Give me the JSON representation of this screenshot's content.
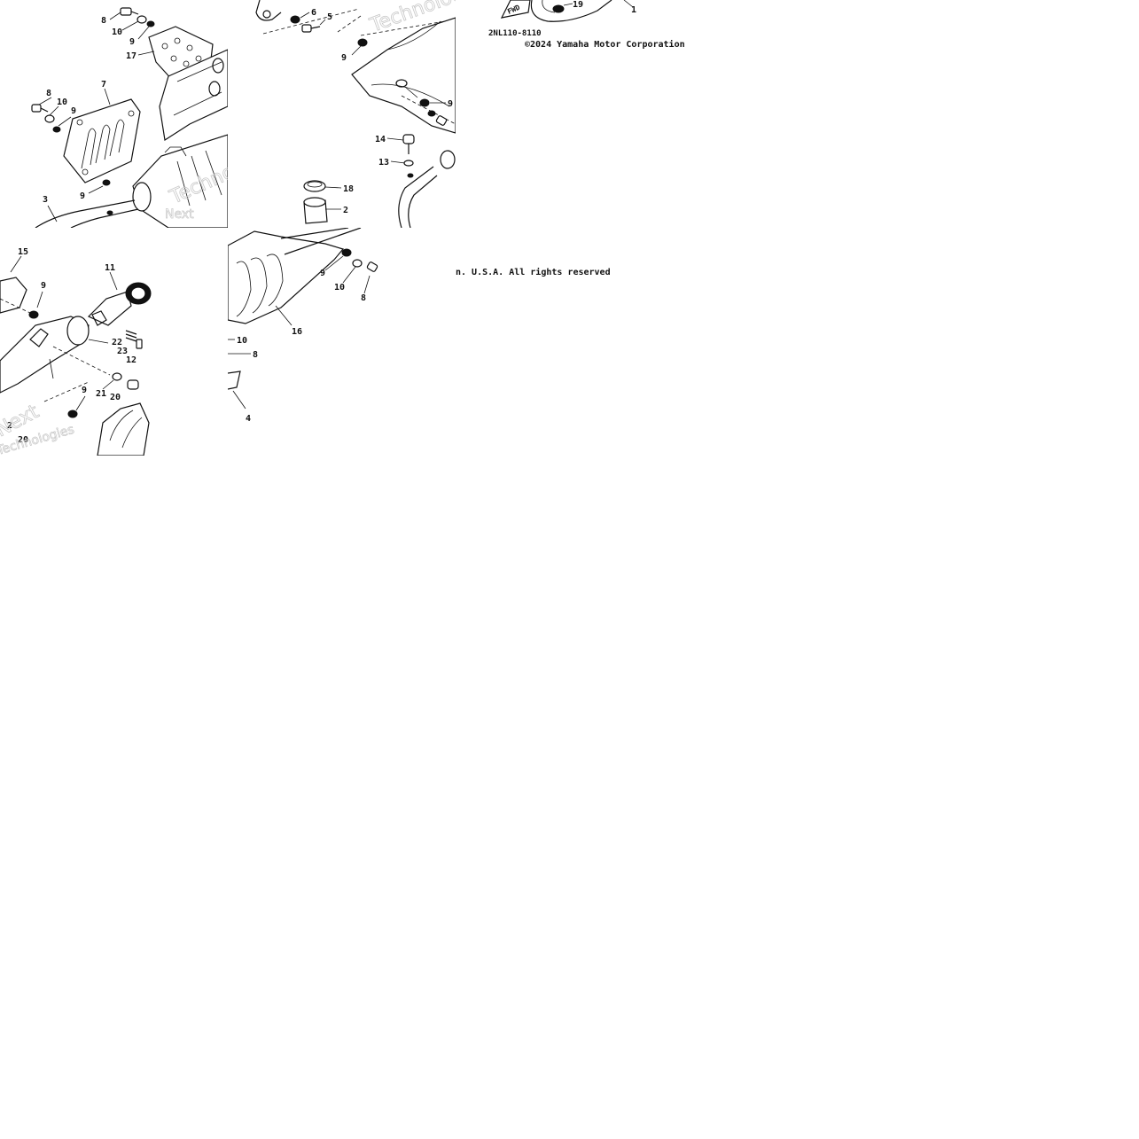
{
  "diagram": {
    "part_code": "2NL110-8110",
    "copyright": "©2024 Yamaha Motor Corporation",
    "rights_line": "n. U.S.A. All rights reserved",
    "watermark_word_1": "Technologies",
    "watermark_word_2": "Next",
    "fwd_label": "FWD",
    "callouts": {
      "t1": [
        "8",
        "10",
        "9",
        "17",
        "7",
        "8",
        "10",
        "9",
        "3",
        "9"
      ],
      "t2": [
        "6",
        "5",
        "9",
        "9",
        "14",
        "13",
        "18",
        "2"
      ],
      "t3": [
        "19",
        "1"
      ],
      "t4": [
        "15",
        "9",
        "11",
        "22",
        "23",
        "12",
        "9",
        "21",
        "20",
        "2",
        "20"
      ],
      "t5": [
        "9",
        "10",
        "8",
        "16",
        "10",
        "8",
        "4"
      ]
    }
  }
}
